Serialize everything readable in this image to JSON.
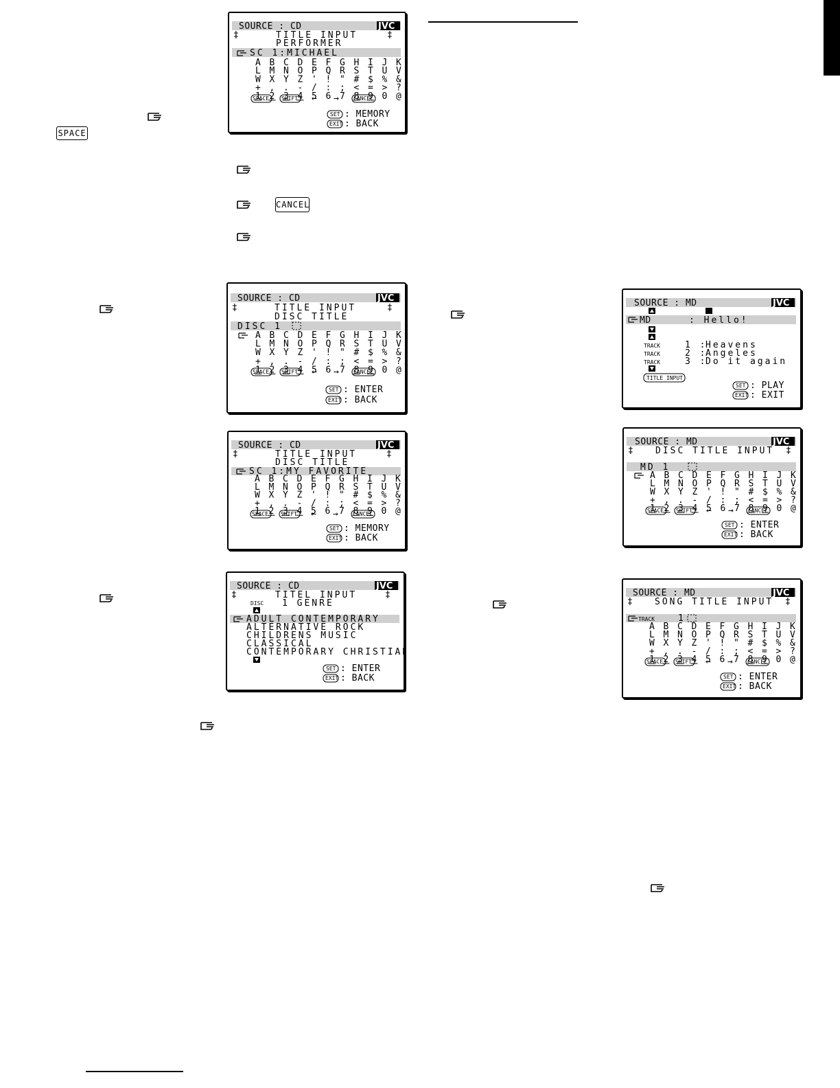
{
  "keys": {
    "space": "SPACE",
    "cancel": "CANCEL"
  },
  "screens": {
    "s1": {
      "source": "SOURCE : CD",
      "logo": "JVC",
      "title": "TITLE INPUT",
      "sub": "PERFORMER",
      "entry": "SC   1:MICHAEL",
      "set": "SET",
      "set_label": ": MEMORY",
      "exit": "EXIT",
      "exit_label": ": BACK"
    },
    "s2": {
      "source": "SOURCE : CD",
      "logo": "JVC",
      "title": "TITLE INPUT",
      "sub": "DISC TITLE",
      "entry": "DISC    1",
      "set": "SET",
      "set_label": ": ENTER",
      "exit": "EXIT",
      "exit_label": ": BACK"
    },
    "s3": {
      "source": "SOURCE : CD",
      "logo": "JVC",
      "title": "TITLE INPUT",
      "sub": "DISC TITLE",
      "entry": "SC   1:MY FAVORITE",
      "set": "SET",
      "set_label": ": MEMORY",
      "exit": "EXIT",
      "exit_label": ": BACK"
    },
    "s4": {
      "source": "SOURCE : CD",
      "logo": "JVC",
      "title": "TITEL INPUT",
      "disc": "DISC",
      "sub": "1 GENRE",
      "genres": [
        "ADULT CONTEMPORARY",
        "ALTERNATIVE ROCK",
        "CHILDRENS MUSIC",
        "CLASSICAL",
        "CONTEMPORARY CHRISTIAN"
      ],
      "set": "SET",
      "set_label": ": ENTER",
      "exit": "EXIT",
      "exit_label": ": BACK"
    },
    "s5": {
      "source": "SOURCE : MD",
      "logo": "JVC",
      "md": "MD",
      "md_title": ":  Hello!",
      "track_label": "TRACK",
      "tracks": [
        {
          "num": "1 :",
          "name": "Heavens"
        },
        {
          "num": "2 :",
          "name": "Angeles"
        },
        {
          "num": "3 :",
          "name": "Do it again"
        }
      ],
      "title_input": "TITLE INPUT",
      "set": "SET",
      "set_label": ": PLAY",
      "exit": "EXIT",
      "exit_label": ": EXIT"
    },
    "s6": {
      "source": "SOURCE : MD",
      "logo": "JVC",
      "title": "DISC TITLE INPUT",
      "entry": "MD      1",
      "set": "SET",
      "set_label": ": ENTER",
      "exit": "EXIT",
      "exit_label": ": BACK"
    },
    "s7": {
      "source": "SOURCE : MD",
      "logo": "JVC",
      "title": "SONG TITLE INPUT",
      "track": "TRACK",
      "entry_num": "1",
      "set": "SET",
      "set_label": ": ENTER",
      "exit": "EXIT",
      "exit_label": ": BACK"
    }
  },
  "grid": {
    "rows": [
      [
        "A",
        "B",
        "C",
        "D",
        "E",
        "F",
        "G",
        "H",
        "I",
        "J",
        "K"
      ],
      [
        "L",
        "M",
        "N",
        "O",
        "P",
        "Q",
        "R",
        "S",
        "T",
        "U",
        "V"
      ],
      [
        "W",
        "X",
        "Y",
        "Z",
        "'",
        "!",
        "\"",
        "#",
        "$",
        "%",
        "&"
      ],
      [
        "+",
        ",",
        ".",
        "-",
        "/",
        ":",
        ";",
        "<",
        "=",
        ">",
        "?"
      ],
      [
        "1",
        "2",
        "3",
        "4",
        "5",
        "6",
        "7",
        "8",
        "9",
        "0",
        "@"
      ]
    ],
    "space": "SPACE",
    "shift": "SHIFT",
    "left": "←",
    "right": "→",
    "cancel": "CANCEL"
  }
}
